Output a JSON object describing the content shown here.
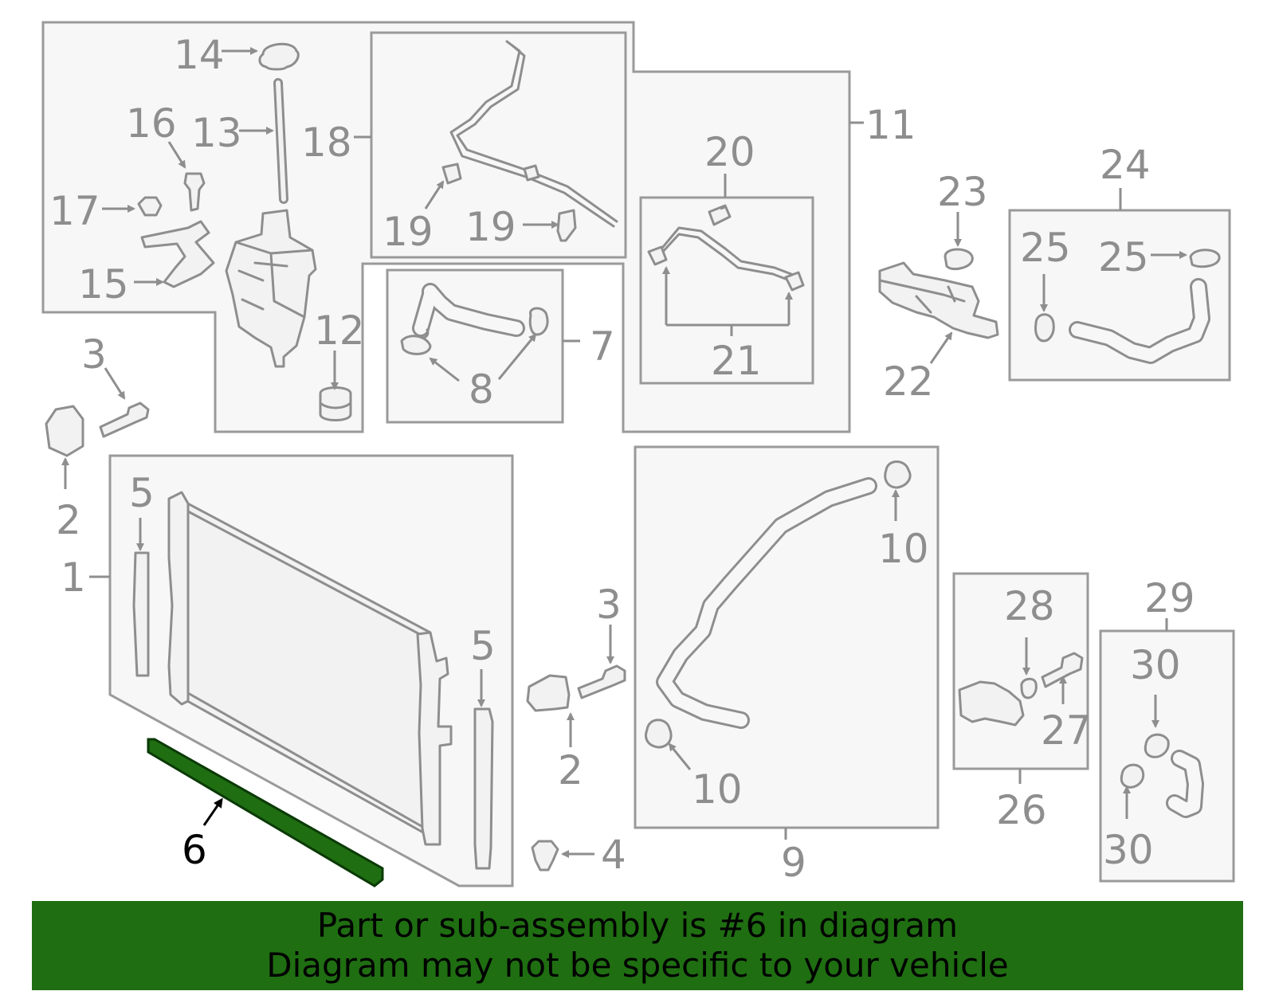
{
  "callouts": {
    "c1": "1",
    "c2a": "2",
    "c2b": "2",
    "c3a": "3",
    "c3b": "3",
    "c4": "4",
    "c5a": "5",
    "c5b": "5",
    "c6": "6",
    "c7": "7",
    "c8": "8",
    "c9": "9",
    "c10a": "10",
    "c10b": "10",
    "c11": "11",
    "c12": "12",
    "c13": "13",
    "c14": "14",
    "c15": "15",
    "c16": "16",
    "c17": "17",
    "c18": "18",
    "c19a": "19",
    "c19b": "19",
    "c20": "20",
    "c21": "21",
    "c22": "22",
    "c23": "23",
    "c24": "24",
    "c25a": "25",
    "c25b": "25",
    "c26": "26",
    "c27": "27",
    "c28": "28",
    "c29": "29",
    "c30a": "30",
    "c30b": "30"
  },
  "banner": {
    "line1": "Part or sub-assembly is #6 in diagram",
    "line2": "Diagram may not be specific to your vehicle"
  },
  "colors": {
    "highlight": "#1f6e12",
    "line": "#8e8e8e"
  }
}
